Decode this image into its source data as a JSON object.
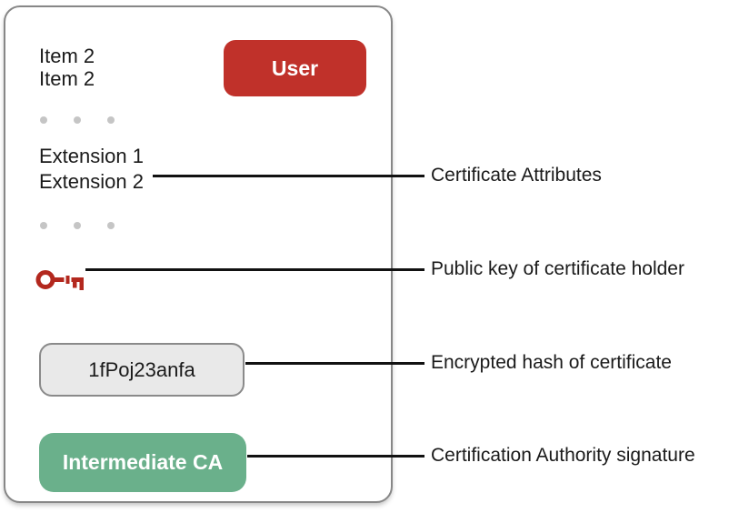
{
  "card": {
    "items": [
      "Item 2",
      "Item 2"
    ],
    "user_badge_label": "User",
    "extensions": [
      "Extension 1",
      "Extension 2"
    ],
    "hash_value": "1fPoj23anfa",
    "ca_badge_label": "Intermediate CA",
    "key_icon": "key-icon"
  },
  "callouts": [
    {
      "label": "Certificate Attributes"
    },
    {
      "label": "Public key of certificate holder"
    },
    {
      "label": "Encrypted hash of certificate"
    },
    {
      "label": "Certification Authority signature"
    }
  ],
  "colors": {
    "badge_red": "#c0312a",
    "badge_green": "#6ab08b",
    "key_red": "#b3281e",
    "hash_fill": "#e9e9e9",
    "hash_border": "#8a8a8a",
    "card_border": "#878787",
    "dot_gray": "#c5c5c5",
    "line_color": "#111111"
  }
}
